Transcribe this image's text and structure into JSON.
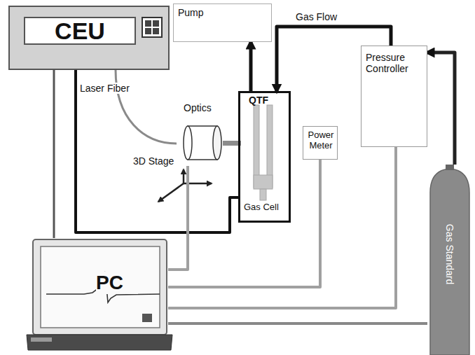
{
  "diagram": {
    "nodes": [
      {
        "text": [
          "CEU"
        ]
      },
      {
        "text": [
          "Pump"
        ]
      },
      {
        "text": [
          "Pressure Controller"
        ]
      },
      {
        "text": [
          "Gas Cell"
        ]
      },
      {
        "text": [
          "QTF"
        ],
        "in": 3
      },
      {
        "text": [
          "Optics"
        ]
      },
      {
        "text": [
          "Power Meter"
        ]
      },
      {
        "text": [
          "PC"
        ]
      },
      {
        "text": [
          "Gas Standard"
        ]
      }
    ],
    "edges": [
      {
        "from": 3,
        "to": 1,
        "arrow": "to"
      },
      {
        "from": 2,
        "to": 3,
        "label": "Gas Flow",
        "arrow": "to"
      },
      {
        "from": 8,
        "to": 2,
        "arrow": "to"
      },
      {
        "from": 0,
        "to": 3,
        "arrow": "none"
      },
      {
        "from": 0,
        "to": 5,
        "label": "Laser Fiber",
        "arrow": "none"
      },
      {
        "from": 7,
        "to": 0,
        "arrow": "none"
      },
      {
        "from": 7,
        "to": 5,
        "arrow": "none"
      },
      {
        "from": 7,
        "to": 6,
        "arrow": "none"
      },
      {
        "from": 7,
        "to": 2,
        "arrow": "none"
      },
      {
        "from": 7,
        "to": 8,
        "arrow": "none"
      }
    ],
    "labels": [
      "3D Stage"
    ]
  }
}
